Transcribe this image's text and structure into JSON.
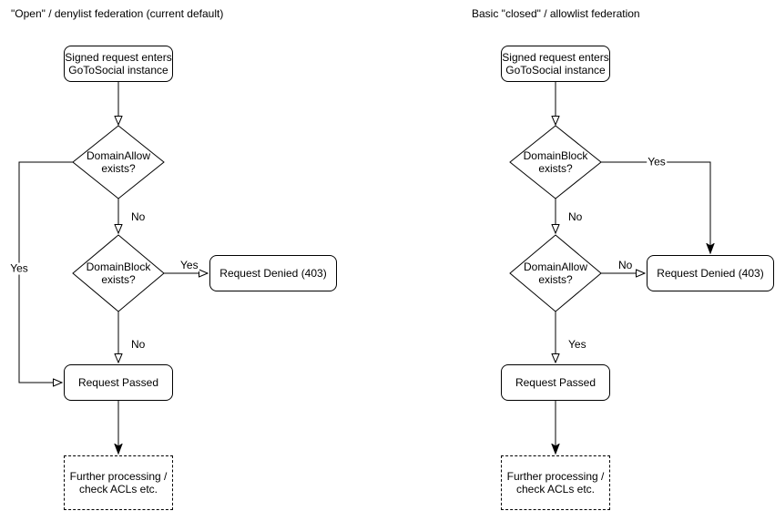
{
  "page": {
    "background": "#ffffff",
    "line_color": "#000000",
    "text_color": "#000000"
  },
  "left_chart": {
    "title": "\"Open\" / denylist federation (current default)",
    "nodes": {
      "start": "Signed request enters\nGoToSocial instance",
      "decision1": "DomainAllow\nexists?",
      "decision2": "DomainBlock\nexists?",
      "denied": "Request Denied (403)",
      "passed": "Request Passed",
      "further": "Further processing /\ncheck ACLs etc."
    },
    "edge_labels": {
      "decision1_yes": "Yes",
      "decision1_no": "No",
      "decision2_yes": "Yes",
      "decision2_no": "No"
    }
  },
  "right_chart": {
    "title": "Basic \"closed\" / allowlist federation",
    "nodes": {
      "start": "Signed request enters\nGoToSocial instance",
      "decision1": "DomainBlock\nexists?",
      "decision2": "DomainAllow\nexists?",
      "denied": "Request Denied (403)",
      "passed": "Request Passed",
      "further": "Further processing /\ncheck ACLs etc."
    },
    "edge_labels": {
      "decision1_yes": "Yes",
      "decision1_no": "No",
      "decision2_no": "No",
      "decision2_yes": "Yes"
    }
  }
}
